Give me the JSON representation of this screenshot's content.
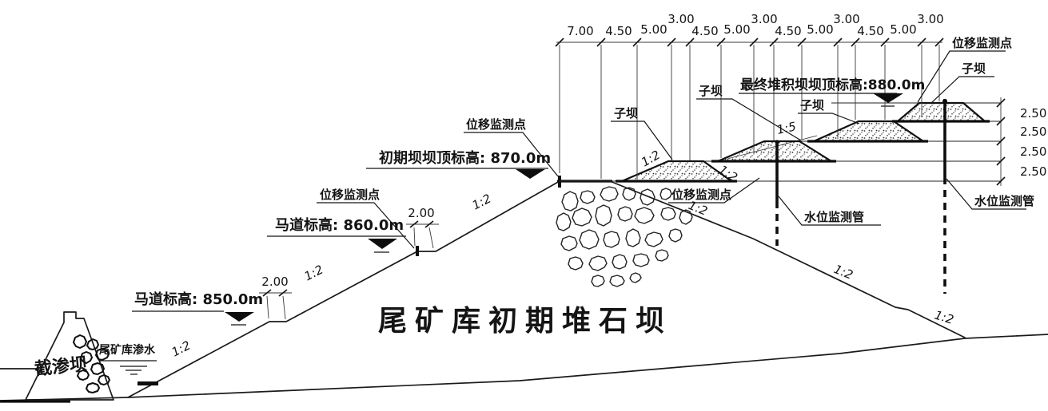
{
  "drawing": {
    "title": "尾矿库初期堆石坝",
    "elevations": {
      "final_crest": "最终堆积坝坝顶标高:880.0m",
      "initial_crest": "初期坝坝顶标高: 870.0m",
      "berm_860": "马道标高: 860.0m",
      "berm_850": "马道标高: 850.0m"
    },
    "annotations": {
      "displacement_point": "位移监测点",
      "sub_dam": "子坝",
      "water_level_pipe": "水位监测管",
      "seepage_water": "尾矿库渗水",
      "cutoff_dam": "截渗坝"
    },
    "slopes": {
      "one_to_two": "1:2",
      "one_to_five": "1:5"
    },
    "dims": {
      "top_chain": [
        "7.00",
        "4.50",
        "5.00",
        "3.00",
        "4.50",
        "5.00",
        "3.00",
        "4.50",
        "5.00",
        "3.00",
        "4.50",
        "5.00",
        "3.00"
      ],
      "right_chain": [
        "2.50",
        "2.50",
        "2.50",
        "2.50"
      ],
      "berm_width": "2.00"
    }
  }
}
